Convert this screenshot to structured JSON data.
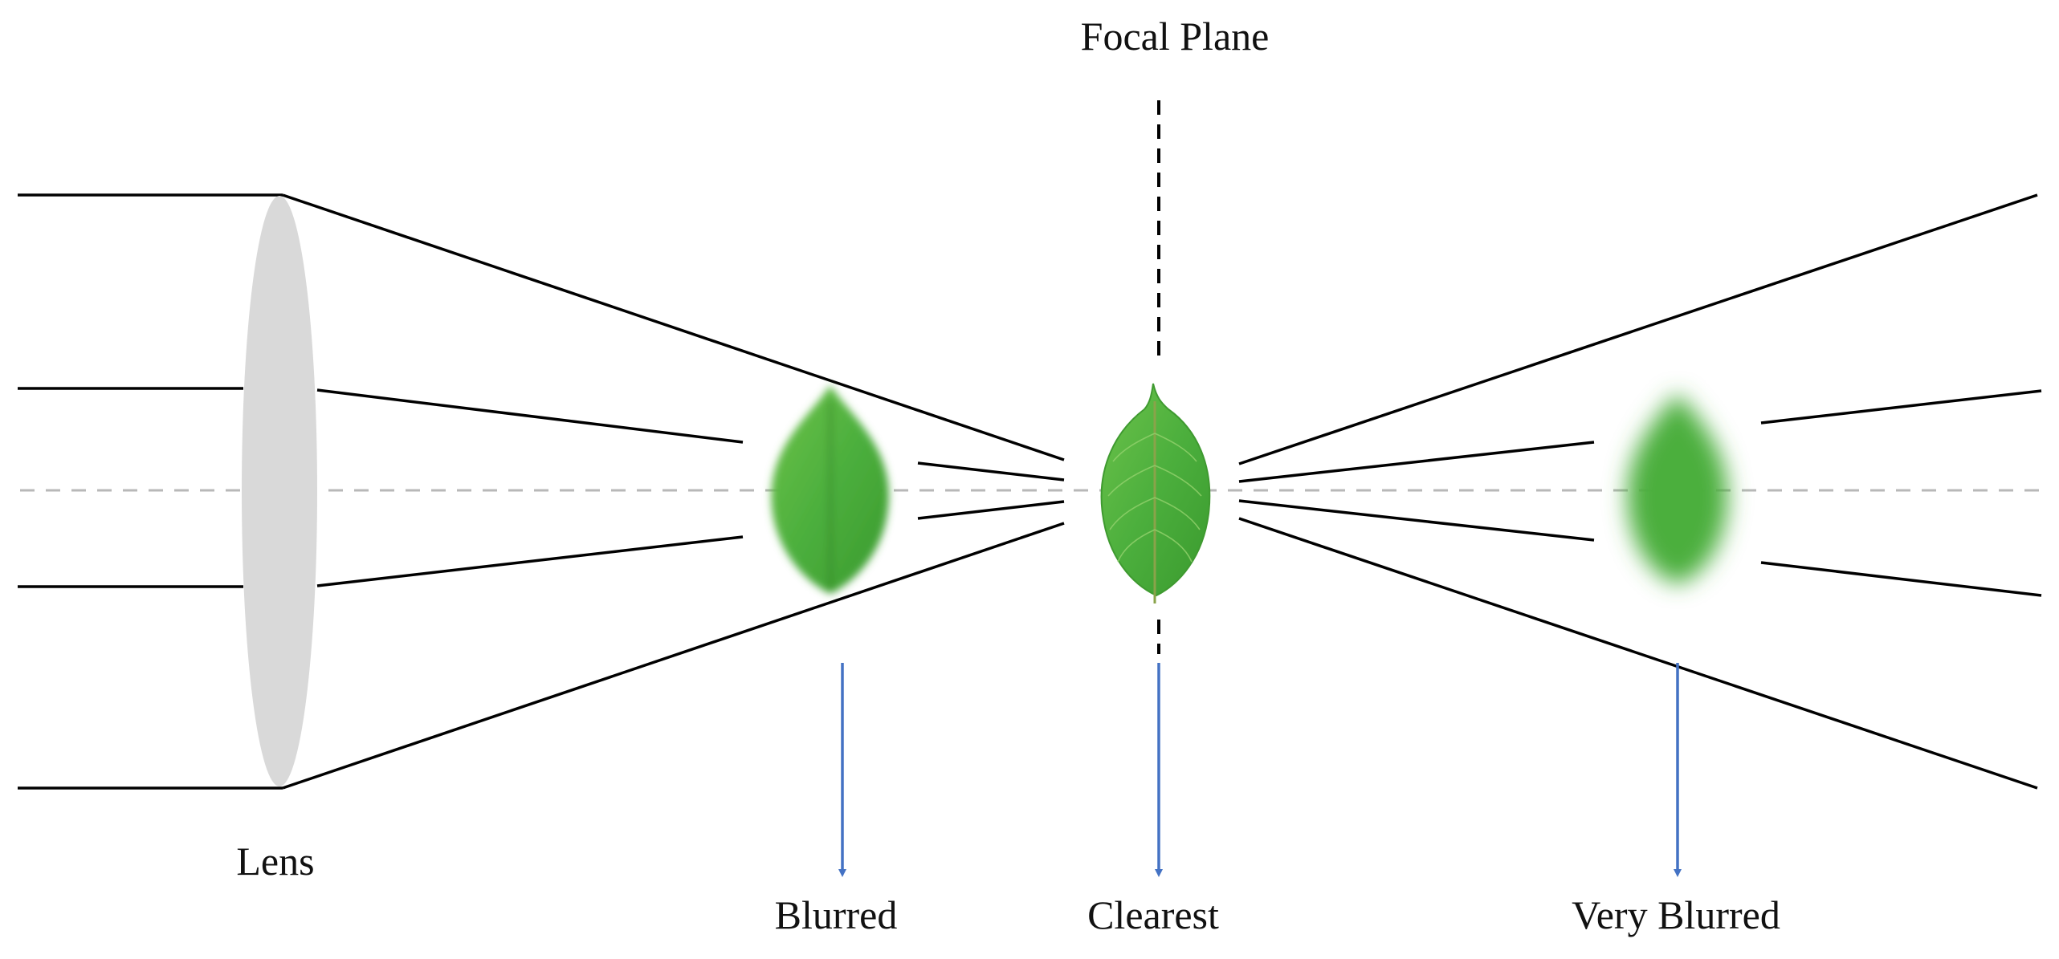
{
  "labels": {
    "focal_plane": "Focal Plane",
    "lens": "Lens",
    "blurred": "Blurred",
    "clearest": "Clearest",
    "very_blurred": "Very Blurred"
  },
  "colors": {
    "background": "#ffffff",
    "ray": "#000000",
    "lens": "#d9d9d9",
    "optical_axis": "#b8b8b8",
    "arrow": "#4472c4",
    "leaf": "#4caf3d",
    "leaf_dark": "#2e7d24"
  },
  "blur": {
    "blurred": 3,
    "clearest": 0,
    "very_blurred": 8
  }
}
